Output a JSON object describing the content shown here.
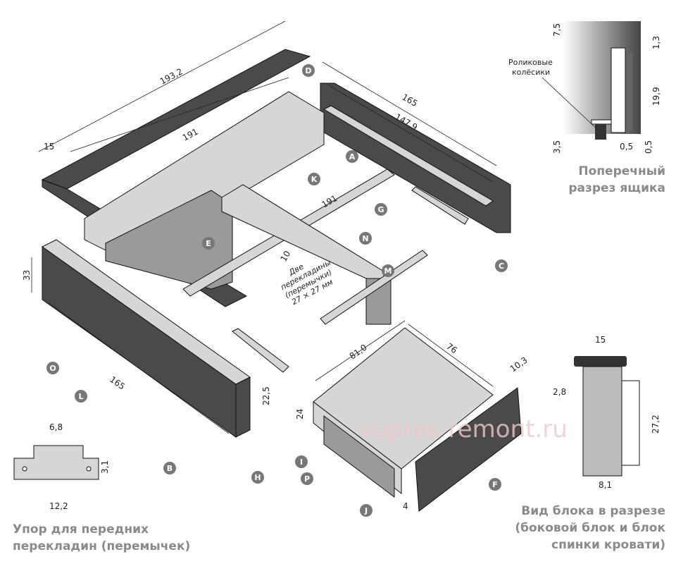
{
  "parts": {
    "D": "D",
    "A": "A",
    "K": "K",
    "G": "G",
    "E": "E",
    "N": "N",
    "M": "M",
    "C": "C",
    "O": "O",
    "L": "L",
    "B": "B",
    "H": "H",
    "I": "I",
    "P": "P",
    "J": "J",
    "F": "F"
  },
  "dims": {
    "d193": "193,2",
    "d15": "15",
    "d191a": "191",
    "d165a": "165",
    "d147": "147,9",
    "d191b": "191",
    "d10": "10",
    "d33": "33",
    "d165b": "165",
    "d225": "22,5",
    "d81": "81,0",
    "d76": "76",
    "d103": "10,3",
    "d24": "24",
    "d4": "4"
  },
  "note": {
    "l1": "Две",
    "l2": "перекладины",
    "l3": "(перемычки)",
    "l4": "27 × 27 мм"
  },
  "section": {
    "rollers_l1": "Роликовые",
    "rollers_l2": "колёсики",
    "d75": "7,5",
    "d13": "1,3",
    "d199": "19,9",
    "d35": "3,5",
    "d05a": "0,5",
    "d05b": "0,5",
    "cap1": "Поперечный",
    "cap2": "разрез ящика"
  },
  "stop": {
    "d68": "6,8",
    "d31": "3,1",
    "d122": "12,2",
    "cap1": "Упор для передних",
    "cap2": "перекладин (перемычек)"
  },
  "block": {
    "d15": "15",
    "d28": "2,8",
    "d272": "27,2",
    "d81": "8,1",
    "cap1": "Вид блока в разрезе",
    "cap2": "(боковой блок и блок",
    "cap3": "спинки кровати)"
  },
  "watermark": "vopros-remont.ru"
}
